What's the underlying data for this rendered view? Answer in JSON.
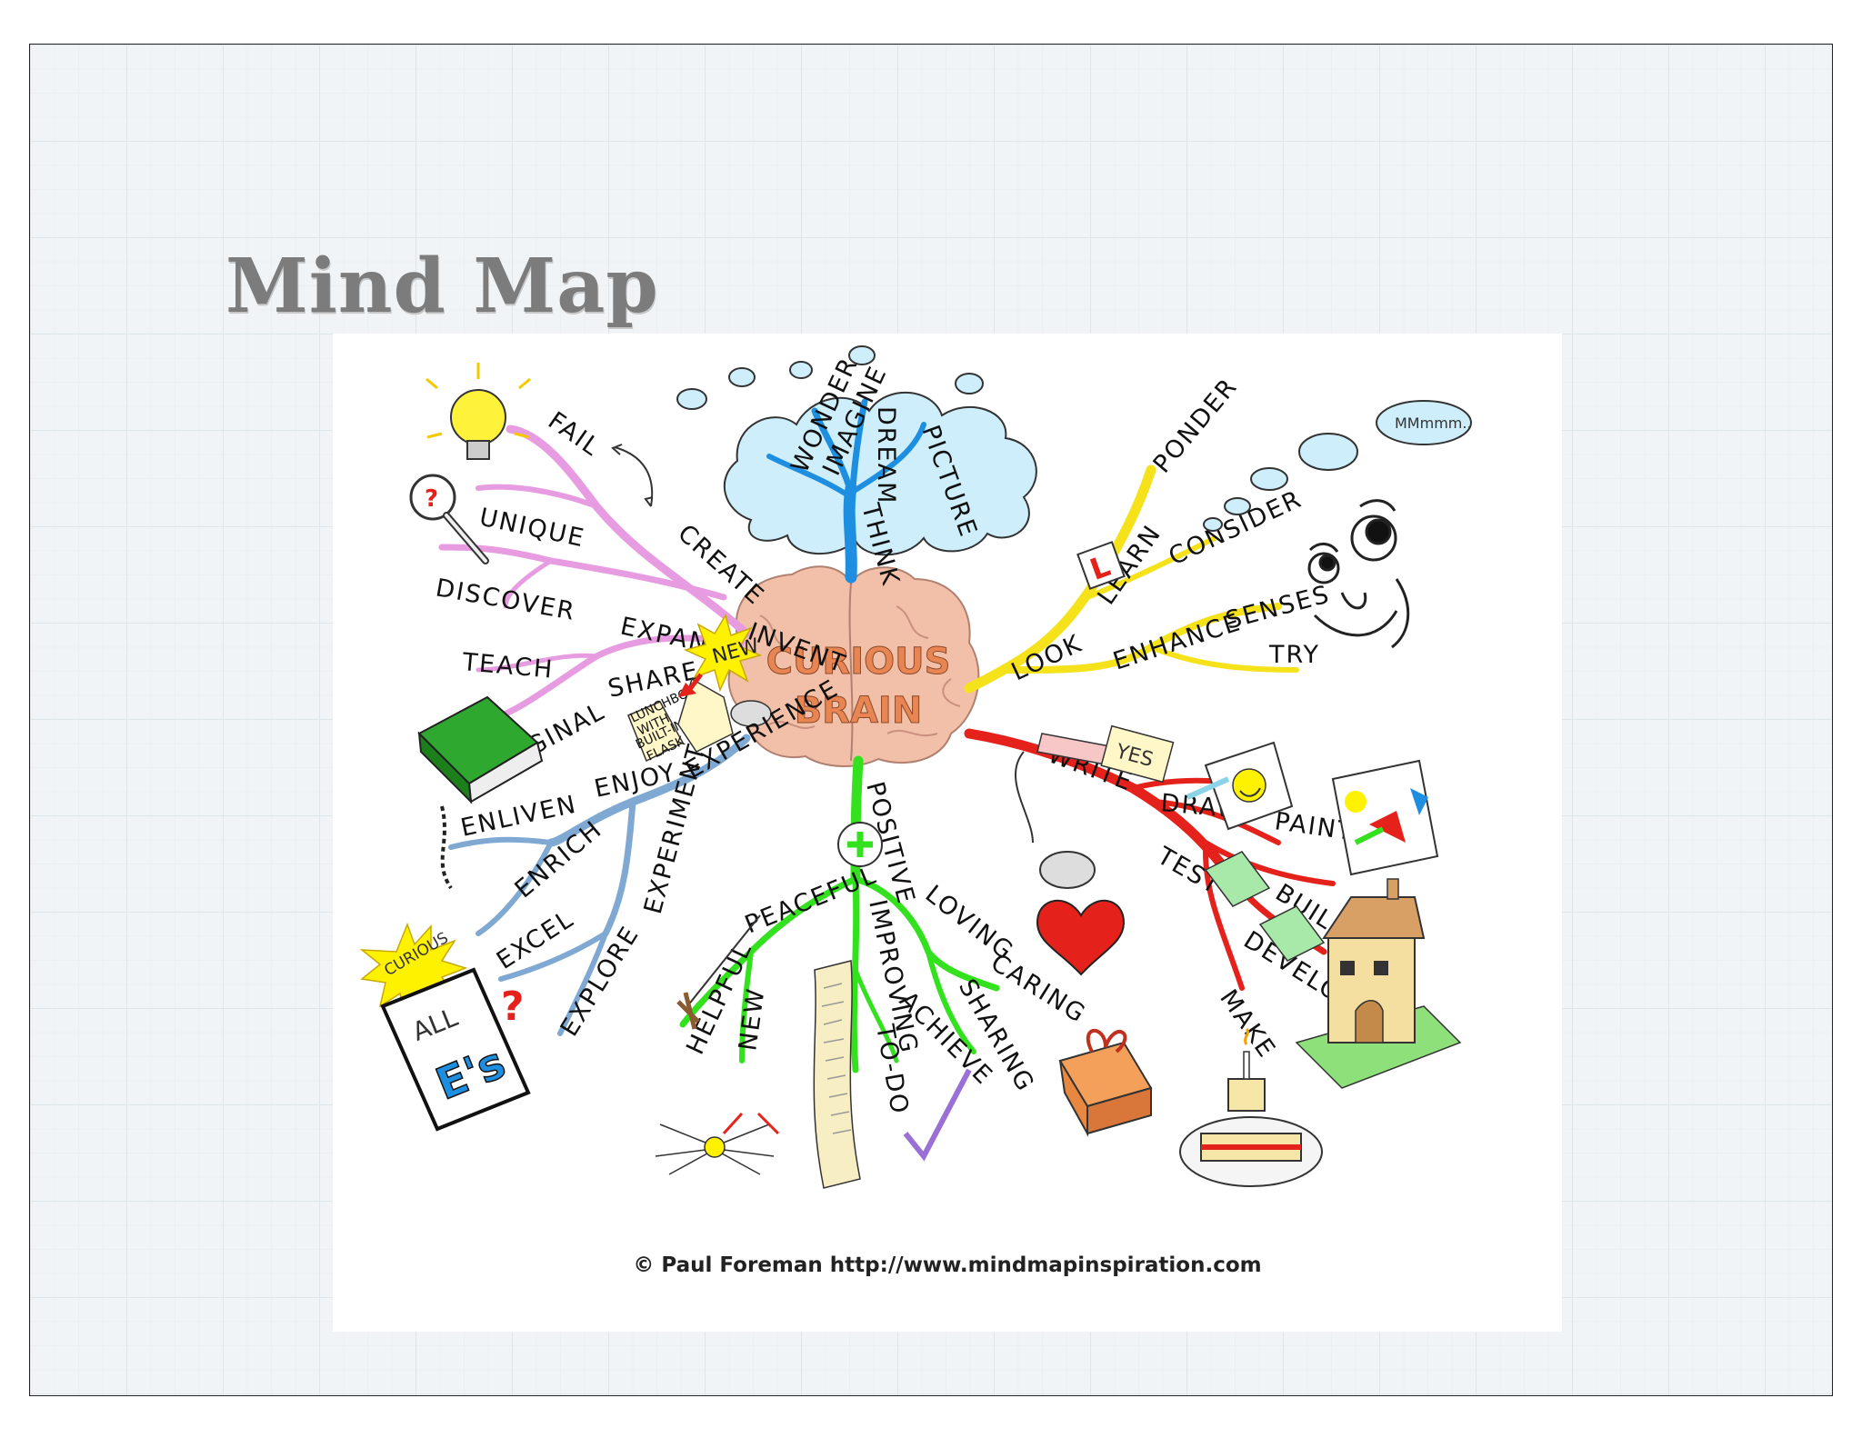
{
  "slide": {
    "title": "Mind Map",
    "credit": "© Paul Foreman http://www.mindmapinspiration.com"
  },
  "mindmap": {
    "center": {
      "line1": "CURIOUS",
      "line2": "BRAIN"
    },
    "colors": {
      "pink": "#e79be0",
      "blue": "#1e8fe0",
      "yellow": "#f5e21b",
      "red": "#e4221b",
      "green": "#33e11e",
      "steel": "#7fa9d2",
      "brain": "#f2c0a8",
      "brain_text": "#e98552",
      "cloud": "#cdeefa"
    },
    "pink_branch": [
      "FAIL",
      "UNIQUE",
      "CREATE",
      "DISCOVER",
      "EXPAND",
      "INVENT",
      "TEACH",
      "SHARE",
      "ORIGINAL"
    ],
    "blue_branch": [
      "WONDER",
      "IMAGINE",
      "DREAM",
      "PICTURE",
      "THINK"
    ],
    "yellow_branch": [
      "PONDER",
      "CONSIDER",
      "LEARN",
      "LOOK",
      "ENHANCE",
      "SENSES",
      "TRY"
    ],
    "red_branch": [
      "WRITE",
      "DRAW",
      "PAINT",
      "TEST",
      "BUILD",
      "DEVELOP",
      "MAKE"
    ],
    "green_branch": [
      "POSITIVE",
      "PEACEFUL",
      "HELPFUL",
      "NEW",
      "IMPROVING",
      "TO-DO",
      "ACHIEVE",
      "LOVING",
      "CARING",
      "SHARING"
    ],
    "steel_branch": [
      "EXPERIENCE",
      "ENJOY",
      "ENLIVEN",
      "ENRICH",
      "EXPERIMENT",
      "EXCEL",
      "EXPLORE"
    ],
    "doodles": {
      "new_star": "NEW",
      "lunchbox": [
        "LUNCHBOX",
        "WITH",
        "BUILT-IN",
        "FLASK"
      ],
      "yes_sign": "YES",
      "curious_star": "CURIOUS",
      "all_card": "ALL",
      "es_card": "E's",
      "thought_bubble": "MMmmm..",
      "l_plate": "L"
    },
    "icons": [
      "lightbulb-icon",
      "magnifier-icon",
      "book-icon",
      "cloud-icon",
      "face-icon",
      "mouse-icon",
      "house-icon",
      "cake-icon",
      "gift-icon",
      "heart-icon",
      "checkmark-icon",
      "sword-icon",
      "scroll-icon",
      "plus-icon"
    ]
  }
}
